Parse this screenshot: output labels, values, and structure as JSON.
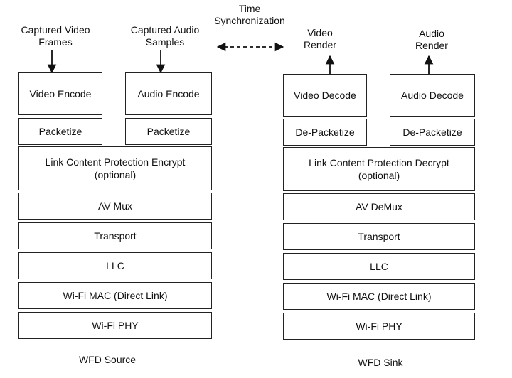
{
  "header": {
    "sync_line1": "Time",
    "sync_line2": "Synchronization"
  },
  "source": {
    "video_input_line1": "Captured Video",
    "video_input_line2": "Frames",
    "audio_input_line1": "Captured Audio",
    "audio_input_line2": "Samples",
    "video_encode": "Video Encode",
    "audio_encode": "Audio Encode",
    "packetize_video": "Packetize",
    "packetize_audio": "Packetize",
    "lcp_line1": "Link Content Protection Encrypt",
    "lcp_line2": "(optional)",
    "mux": "AV Mux",
    "transport": "Transport",
    "llc": "LLC",
    "mac": "Wi-Fi MAC (Direct Link)",
    "phy": "Wi-Fi PHY",
    "caption": "WFD Source"
  },
  "sink": {
    "video_output_line1": "Video",
    "video_output_line2": "Render",
    "audio_output_line1": "Audio",
    "audio_output_line2": "Render",
    "video_decode": "Video Decode",
    "audio_decode": "Audio Decode",
    "depacketize_video": "De-Packetize",
    "depacketize_audio": "De-Packetize",
    "lcp_line1": "Link Content Protection Decrypt",
    "lcp_line2": "(optional)",
    "demux": "AV DeMux",
    "transport": "Transport",
    "llc": "LLC",
    "mac": "Wi-Fi MAC (Direct Link)",
    "phy": "Wi-Fi PHY",
    "caption": "WFD Sink"
  }
}
